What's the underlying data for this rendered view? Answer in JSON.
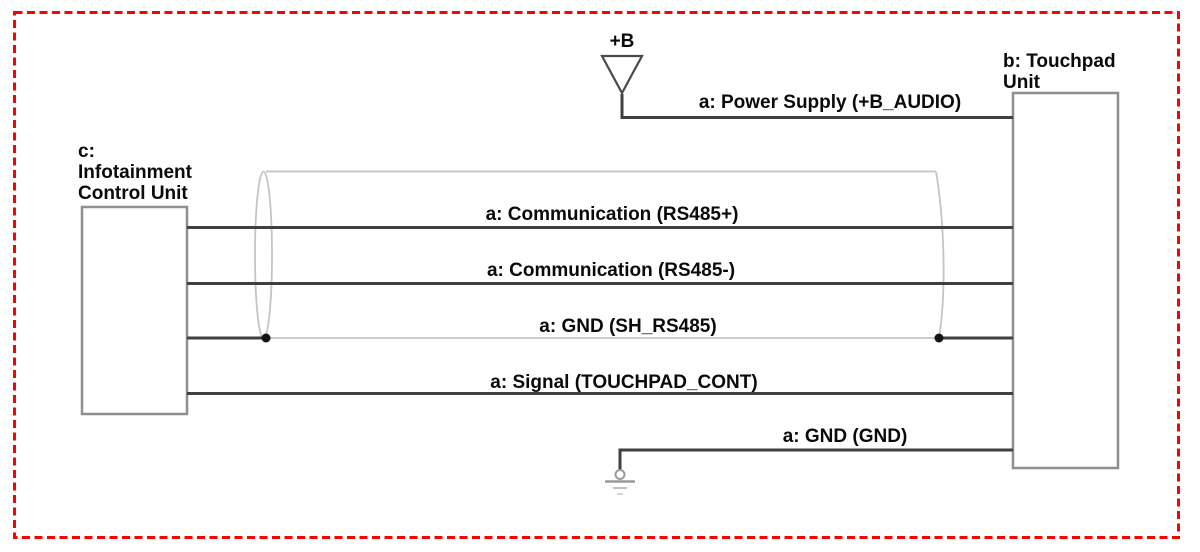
{
  "diagram": {
    "power_symbol_label": "+B",
    "units": {
      "touchpad": {
        "lines": [
          "b: Touchpad",
          "Unit"
        ]
      },
      "infotainment": {
        "lines": [
          "c:",
          "Infotainment",
          "Control Unit"
        ]
      }
    },
    "wires": [
      {
        "label": "a: Power Supply (+B_AUDIO)"
      },
      {
        "label": "a: Communication (RS485+)"
      },
      {
        "label": "a: Communication (RS485-)"
      },
      {
        "label": "a: GND (SH_RS485)"
      },
      {
        "label": "a: Signal (TOUCHPAD_CONT)"
      },
      {
        "label": "a: GND (GND)"
      }
    ],
    "symbols": {
      "power": "power-source-triangle",
      "ground": "chassis-ground",
      "shield": "shielded-cable-loop"
    },
    "colors": {
      "border": "#ff0000",
      "wire": "#3f3f3f",
      "box_outline": "#8f8f8f",
      "shield": "#c4c4c4",
      "text": "#0a0a0a",
      "background": "#ffffff"
    }
  }
}
